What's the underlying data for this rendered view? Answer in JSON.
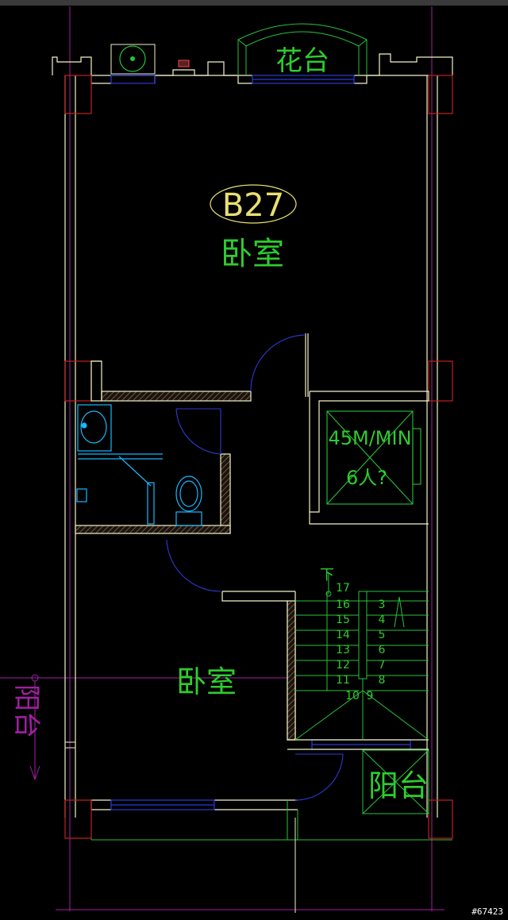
{
  "unit_label": "B27",
  "rooms": {
    "flower_bed": "花台",
    "bedroom_top": "卧室",
    "bedroom_bottom": "卧室",
    "balcony_left": "阳台",
    "balcony_right": "阳台"
  },
  "elevator": {
    "spec_line1": "45M/MIN",
    "spec_line2": "6人?"
  },
  "stairs": {
    "down_marker": "下",
    "left_flight": [
      "17",
      "16",
      "15",
      "14",
      "13",
      "12",
      "11",
      "10"
    ],
    "right_flight": [
      "3",
      "4",
      "5",
      "6",
      "7",
      "8",
      "9"
    ]
  },
  "watermark": "#67423",
  "colors": {
    "background": "#000000",
    "wall": "#f2f2c8",
    "room_label": "#2ecc2e",
    "green_line": "#27c23a",
    "window": "#2b3bd6",
    "fixture": "#18b8ff",
    "column": "#c42020",
    "axis": "#a31fa3",
    "hatch": "#8a6a4a",
    "top_strip": "#3a3a3a"
  }
}
